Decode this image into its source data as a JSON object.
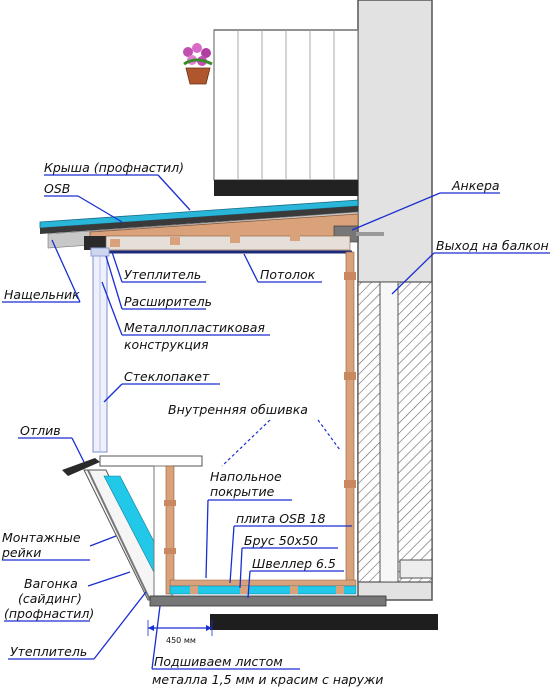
{
  "labels": {
    "roof": "Крыша (профнастил)",
    "osb": "OSB",
    "anchors": "Анкера",
    "balcony_exit": "Выход на балкон",
    "insulation_top": "Утеплитель",
    "ceiling": "Потолок",
    "fascia": "Нащельник",
    "expander": "Расширитель",
    "metal_plastic_1": "Металлопластиковая",
    "metal_plastic_2": "конструкция",
    "glass_unit": "Стеклопакет",
    "drip": "Отлив",
    "inner_lining": "Внутренняя обшивка",
    "floor_cover_1": "Напольное",
    "floor_cover_2": "покрытие",
    "osb_slab": "плита OSB 18",
    "beam": "Брус 50х50",
    "channel": "Швеллер 6.5",
    "mount_rails_1": "Монтажные",
    "mount_rails_2": "рейки",
    "clapboard_1": "Вагонка",
    "clapboard_2": "(сайдинг)",
    "clapboard_3": "(профнастил)",
    "insulation_bottom": "Утеплитель",
    "dimension": "450 мм",
    "underlay_1": "Подшиваем листом",
    "underlay_2": "металла 1,5 мм и красим с наружи"
  },
  "colors": {
    "leader": "#1a2fd0",
    "insulation": "#22c8e8",
    "wood": "#d9a27a",
    "frame": "#8fa0d8",
    "wall_hatch": "#555555",
    "slab": "#222222",
    "flower": "#c04fb0"
  }
}
